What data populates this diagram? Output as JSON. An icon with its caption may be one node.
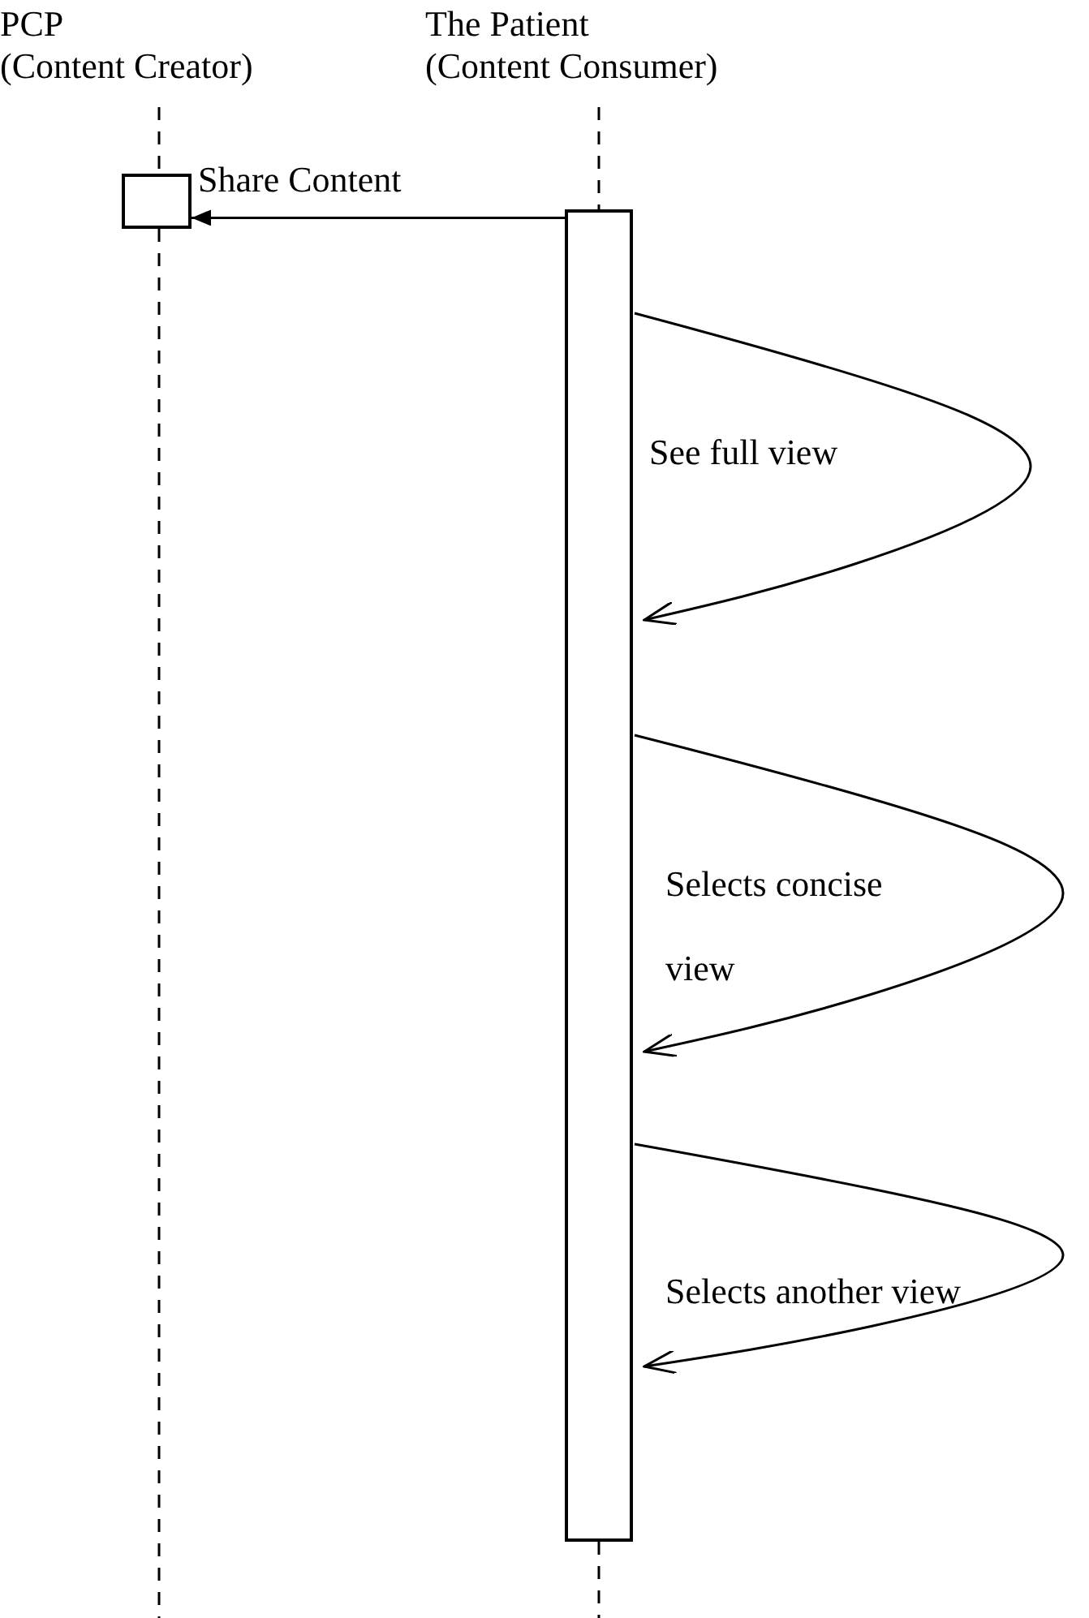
{
  "diagram": {
    "nodes": [
      {
        "text": [
          "PCP",
          "(Content Creator)"
        ]
      },
      {
        "text": [
          "The Patient",
          "(Content Consumer)"
        ]
      },
      {
        "text": [],
        "shape": "box"
      },
      {
        "text": [],
        "shape": "box"
      }
    ],
    "edges": [
      {
        "from": 0,
        "to": 2,
        "arrow": "none",
        "style": "dashed"
      },
      {
        "from": 1,
        "to": 3,
        "arrow": "none",
        "style": "dashed"
      },
      {
        "from": 3,
        "to": 2,
        "arrow": "to",
        "label": "Share Content"
      },
      {
        "from": 3,
        "to": 3,
        "arrow": "to",
        "label": "See full view"
      },
      {
        "from": 3,
        "to": 3,
        "arrow": "to",
        "label": "Selects concise view"
      },
      {
        "from": 3,
        "to": 3,
        "arrow": "to",
        "label": "Selects another view"
      }
    ]
  }
}
